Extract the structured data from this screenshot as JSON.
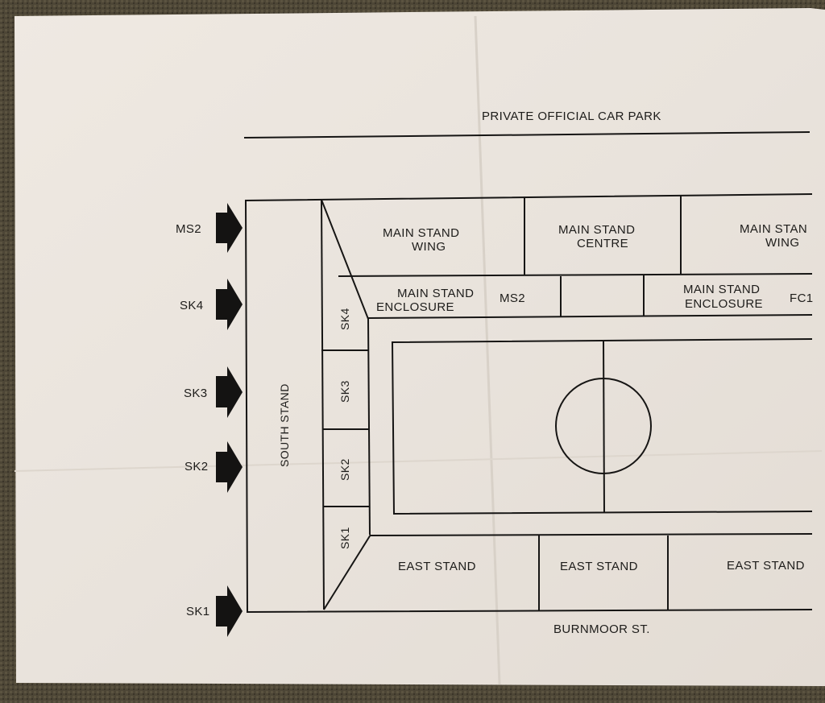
{
  "ticket": {
    "car_park": "PRIVATE OFFICIAL CAR PARK",
    "street": "BURNMOOR ST.",
    "south_stand": "SOUTH STAND",
    "main_stand_wing_left": [
      "MAIN STAND",
      "WING"
    ],
    "main_stand_centre": [
      "MAIN STAND",
      "CENTRE"
    ],
    "main_stand_wing_right": [
      "MAIN STAN",
      "WING"
    ],
    "main_stand_enclosure_left": [
      "MAIN STAND",
      "ENCLOSURE"
    ],
    "main_stand_enclosure_left_code": "MS2",
    "main_stand_enclosure_right": [
      "MAIN STAND",
      "ENCLOSURE"
    ],
    "main_stand_enclosure_right_code": "FC1",
    "east_stand_left": "EAST STAND",
    "east_stand_centre": "EAST STAND",
    "east_stand_right": "EAST STAND",
    "sk_boxes": [
      "SK4",
      "SK3",
      "SK2",
      "SK1"
    ],
    "entrances": [
      "MS2",
      "SK4",
      "SK3",
      "SK2",
      "SK1"
    ]
  },
  "colors": {
    "paper": "#ebe5de",
    "ink": "#161514",
    "carpet": "#4d4636"
  }
}
